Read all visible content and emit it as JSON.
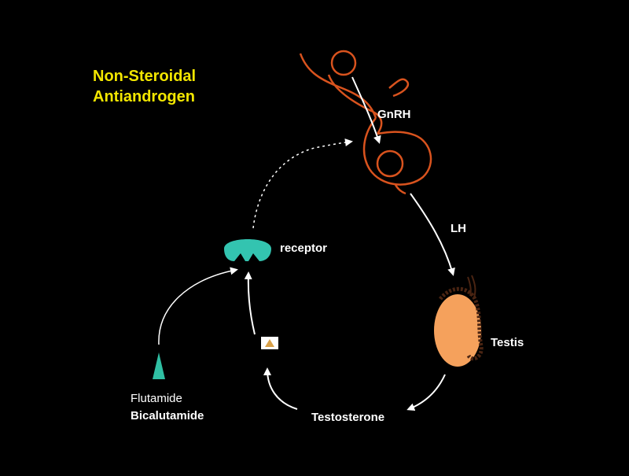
{
  "title": {
    "line1": "Non-Steroidal",
    "line2": "Antiandrogen"
  },
  "labels": {
    "gnrh": "GnRH",
    "lh": "LH",
    "testis": "Testis",
    "testosterone": "Testosterone",
    "receptor": "receptor",
    "flutamide": "Flutamide",
    "bicalutamide": "Bicalutamide"
  },
  "colors": {
    "background": "#000000",
    "title": "#f2e600",
    "hypothalamus_outline": "#d9531e",
    "testis_fill": "#f5a15c",
    "testis_outline": "#4a2412",
    "receptor_fill": "#33c4b0",
    "drug_fill": "#2fbfa3",
    "testosterone_marker": "#d9a14a",
    "arrow": "#ffffff"
  }
}
